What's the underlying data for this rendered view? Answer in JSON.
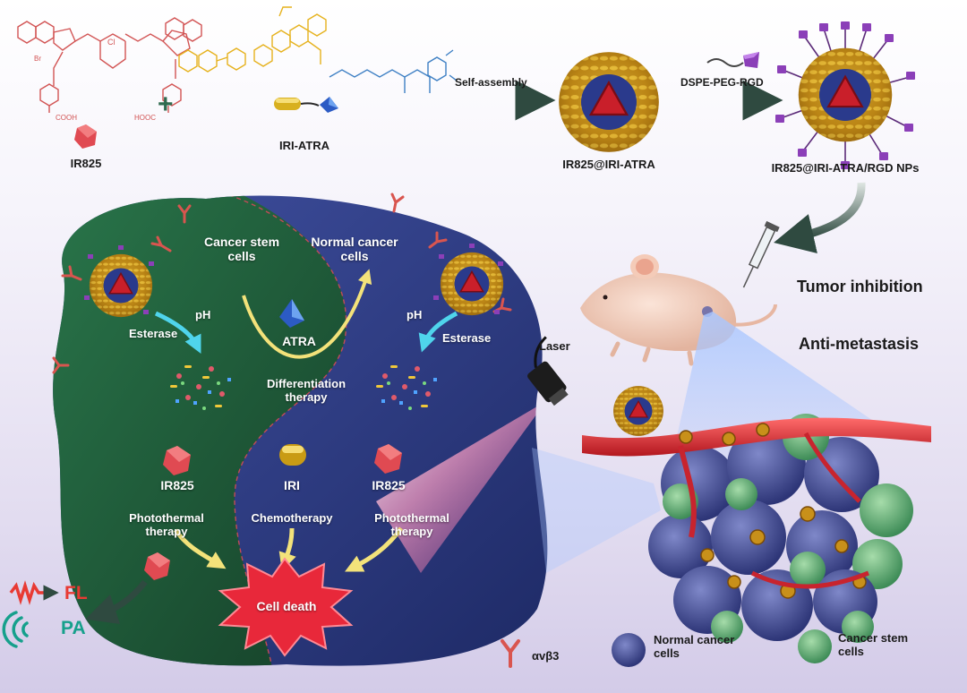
{
  "synthesis": {
    "ir825_label": "IR825",
    "iri_atra_label": "IRI-ATRA",
    "plus_sign": "+",
    "self_assembly_label": "Self-assembly",
    "ir825_iri_atra_label": "IR825@IRI-ATRA",
    "dspe_peg_rgd_label": "DSPE-PEG-RGD",
    "final_np_label": "IR825@IRI-ATRA/RGD NPs",
    "chem_labels": {
      "cl": "Cl",
      "br": "Br",
      "cooh": "COOH",
      "hooc": "HOOC"
    }
  },
  "in_vivo": {
    "tumor_inhibition": "Tumor inhibition",
    "anti_metastasis": "Anti-metastasis",
    "laser_label": "Laser"
  },
  "cell": {
    "cancer_stem_cells": "Cancer stem\ncells",
    "normal_cancer_cells": "Normal cancer\ncells",
    "ph_left": "pH",
    "esterase_left": "Esterase",
    "ph_right": "pH",
    "esterase_right": "Esterase",
    "atra": "ATRA",
    "differentiation_therapy": "Differentiation\ntherapy",
    "ir825_left": "IR825",
    "iri": "IRI",
    "ir825_right": "IR825",
    "photothermal_left": "Photothermal\ntherapy",
    "chemotherapy": "Chemotherapy",
    "photothermal_right": "Photothermal\ntherapy",
    "cell_death": "Cell death"
  },
  "imaging": {
    "fl": "FL",
    "pa": "PA"
  },
  "legend": {
    "integrin": "αvβ3",
    "normal_cancer_cells": "Normal cancer\ncells",
    "cancer_stem_cells": "Cancer stem\ncells"
  },
  "colors": {
    "stem_green": "#1f5c3a",
    "normal_blue": "#2e3f86",
    "arrow_yellow": "#f3e27a",
    "arrow_cyan": "#4fd4ec",
    "death_red": "#e8283a",
    "fl_red": "#e83a33",
    "pa_teal": "#16a08c",
    "integrin_red": "#d9554f"
  }
}
